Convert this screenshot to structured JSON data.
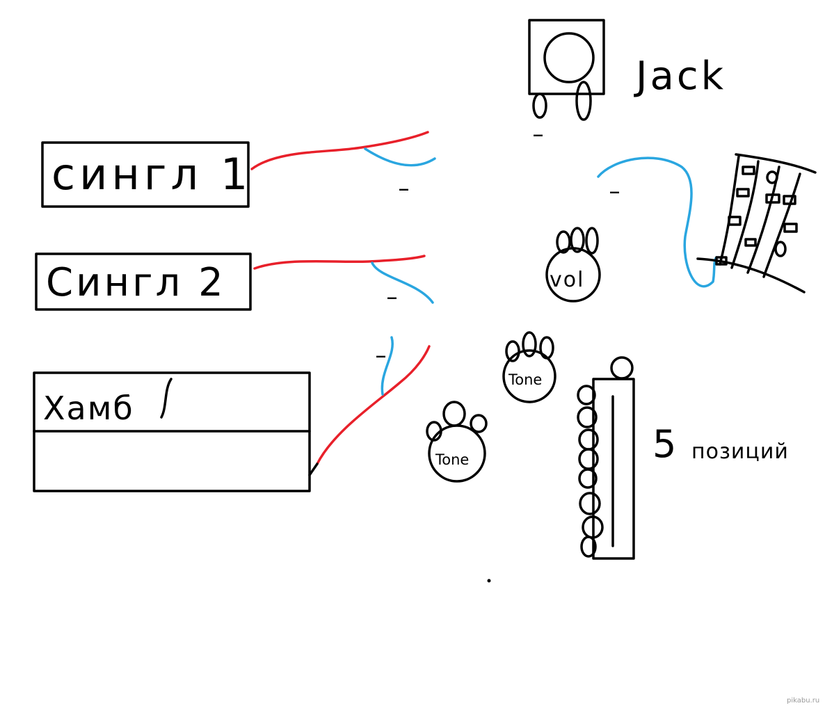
{
  "pickups": {
    "single1": {
      "label": "сингл 1"
    },
    "single2": {
      "label": "Сингл 2"
    },
    "humbucker": {
      "label": "Хамб"
    }
  },
  "jack": {
    "label": "Jack",
    "minus": "_"
  },
  "knobs": {
    "volume": {
      "label": "vol"
    },
    "tone1": {
      "label": "Tone"
    },
    "tone2": {
      "label": "Tone"
    }
  },
  "switch": {
    "label_num": "5",
    "label_text": "позиций"
  },
  "minus_marks": {
    "single1": "_",
    "single2": "_",
    "hum": "_",
    "ground": "_"
  },
  "colors": {
    "hot_wire": "#e8202a",
    "ground_wire": "#2aa6e0",
    "ink": "#000000"
  },
  "watermark": "pikabu.ru"
}
